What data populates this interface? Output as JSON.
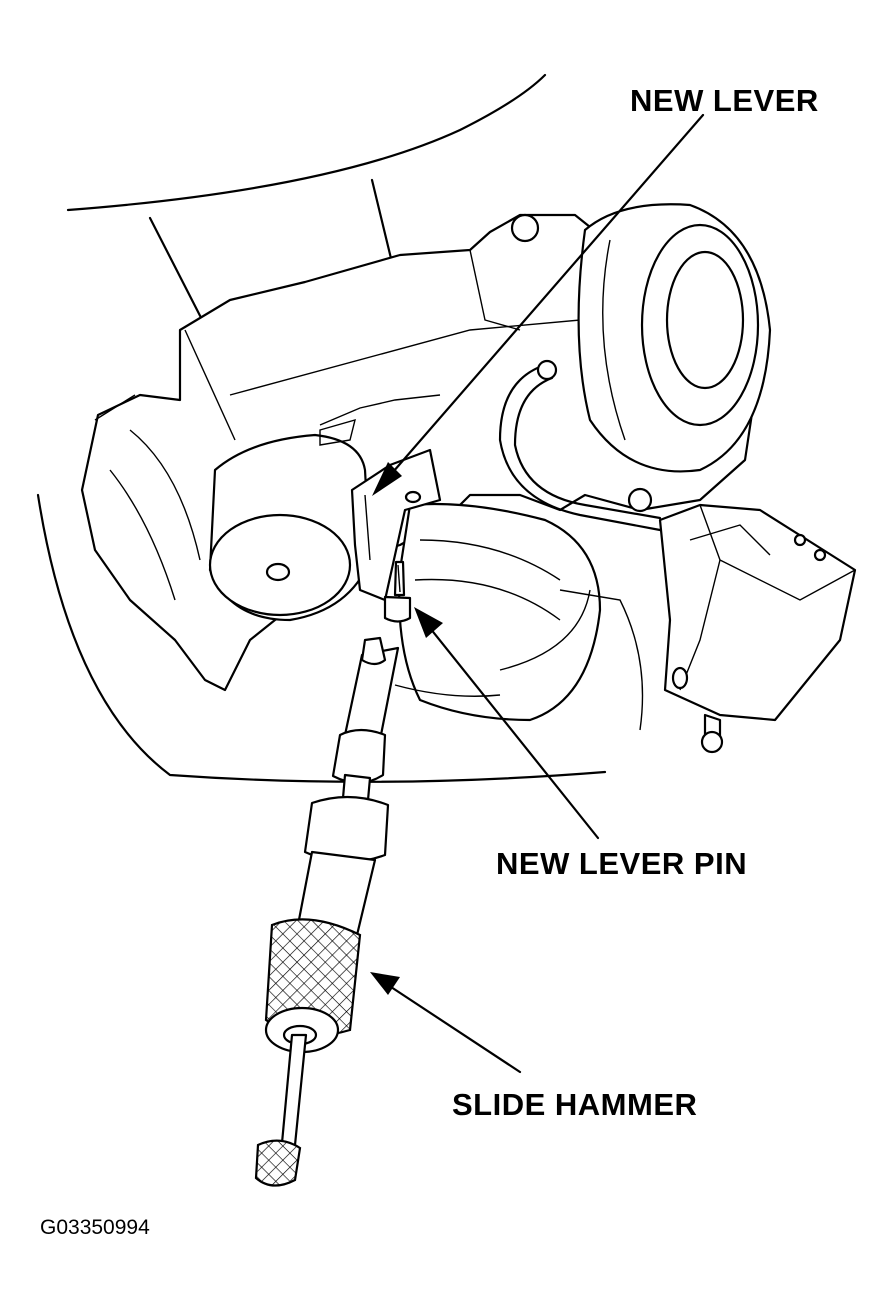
{
  "figure": {
    "callouts": {
      "new_lever": "NEW LEVER",
      "new_lever_pin": "NEW LEVER PIN",
      "slide_hammer": "SLIDE HAMMER"
    },
    "figure_id": "G03350994"
  }
}
